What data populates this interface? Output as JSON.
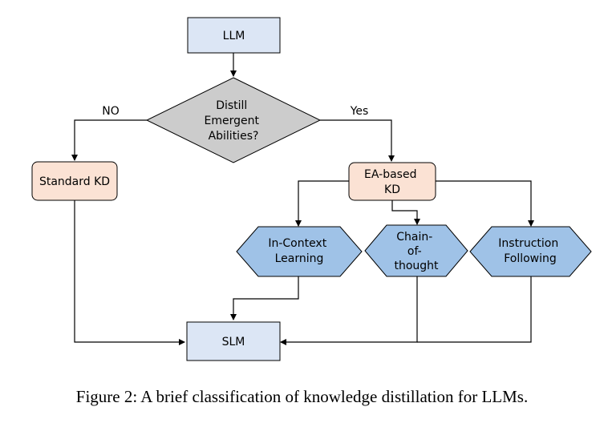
{
  "colors": {
    "llm_fill": "#dce6f5",
    "decision_fill": "#cccccc",
    "kd_fill": "#fbe2d4",
    "hex_fill": "#9fc2e7",
    "slm_fill": "#dce6f5",
    "stroke": "#000000"
  },
  "nodes": {
    "llm": "LLM",
    "decision": [
      "Distill",
      "Emergent",
      "Abilities?"
    ],
    "standard_kd": "Standard KD",
    "ea_kd": [
      "EA-based",
      "KD"
    ],
    "icl": [
      "In-Context",
      "Learning"
    ],
    "cot": [
      "Chain-",
      "of-",
      "thought"
    ],
    "instr": [
      "Instruction",
      "Following"
    ],
    "slm": "SLM"
  },
  "edges": {
    "no_label": "NO",
    "yes_label": "Yes"
  },
  "caption": "Figure 2: A brief classification of knowledge distillation for LLMs."
}
